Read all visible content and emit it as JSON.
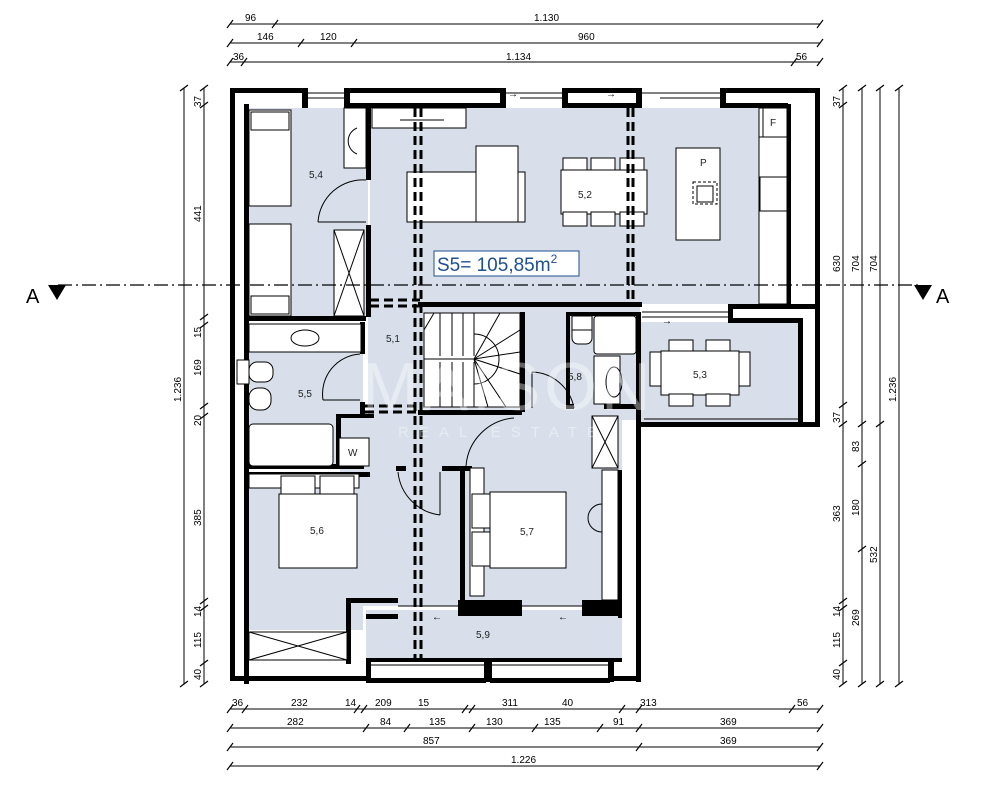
{
  "plan": {
    "area_label": "S5= 105,85m",
    "area_superscript": "2",
    "section_marker_left": "A",
    "section_marker_right": "A",
    "watermark": {
      "line1": "MAISON",
      "line2": "REAL ESTATE"
    },
    "rooms": [
      {
        "id": "5.1",
        "label": "5,1"
      },
      {
        "id": "5.2",
        "label": "5,2"
      },
      {
        "id": "5.3",
        "label": "5,3"
      },
      {
        "id": "5.4",
        "label": "5,4"
      },
      {
        "id": "5.5",
        "label": "5,5"
      },
      {
        "id": "5.6",
        "label": "5,6"
      },
      {
        "id": "5.7",
        "label": "5,7"
      },
      {
        "id": "5.8",
        "label": "5,8"
      },
      {
        "id": "5.9",
        "label": "5,9"
      }
    ],
    "fixture_labels": {
      "washer": "W",
      "fridge": "F",
      "cooktop": "P"
    }
  },
  "dimensions": {
    "top": {
      "row1": [
        "96",
        "1.130"
      ],
      "row2": [
        "146",
        "120",
        "960"
      ],
      "row3": [
        "36",
        "1.134",
        "56"
      ]
    },
    "bottom": {
      "row1": [
        "36",
        "232",
        "14",
        "209",
        "15",
        "311",
        "40",
        "313",
        "56"
      ],
      "row2": [
        "282",
        "84",
        "135",
        "130",
        "135",
        "91",
        "369"
      ],
      "row3": [
        "857",
        "369"
      ],
      "row4": [
        "1.226"
      ]
    },
    "left": {
      "inner": [
        "37",
        "441",
        "15",
        "169",
        "20",
        "385",
        "14",
        "115",
        "40"
      ],
      "outer": [
        "1.236"
      ]
    },
    "right": {
      "col1": [
        "37",
        "630",
        "37",
        "363",
        "14",
        "115",
        "40"
      ],
      "col2": [
        "704",
        "83",
        "180",
        "269"
      ],
      "col3": [
        "704",
        "532"
      ],
      "col4": [
        "1.236"
      ]
    }
  },
  "colors": {
    "floor_fill": "#d9dfea",
    "wall": "#000000",
    "area_label": "#1e4f8f"
  }
}
